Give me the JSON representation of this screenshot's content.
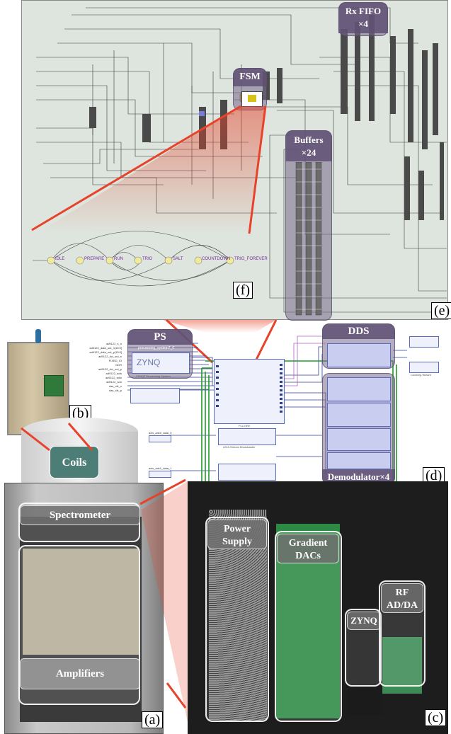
{
  "panels": {
    "e": {
      "tag": "(e)",
      "blocks": {
        "rx_fifo": "Rx FIFO\n×4",
        "fsm": "FSM",
        "buffers": "Buffers\n×24"
      }
    },
    "f": {
      "tag": "(f)",
      "states": [
        "IDLE",
        "PREPARE",
        "RUN",
        "TRIG",
        "SALT",
        "COUNTDOWN",
        "TRIG_FOREVER"
      ]
    },
    "d": {
      "tag": "(d)",
      "blocks": {
        "ps": "PS",
        "dds": "DDS",
        "demod": "Demodulator×4"
      },
      "ps_ip": "processing_system7_0",
      "zynq_logo": "ZYNQ",
      "ps_caption": "ZYNQ7 Processing System",
      "pl_caption": "PLCORE",
      "bcast_caption": "AXI4-Stream Broadcaster",
      "clk_wizard": "Clocking Wizard",
      "ext_ports": [
        "ad9122_s_n",
        "ad9122_data_out_n[15:0]",
        "ad9122_data_out_p[15:0]",
        "ad9122_dci_out_n",
        "FIXED_IO",
        "DDR",
        "ad9122_dci_out_p",
        "ad9122_sclk",
        "ad9122_sdio",
        "ad9122_sdo",
        "dac_clk_n",
        "dac_clk_p"
      ],
      "axis_ports": [
        "axis_adc0_data_0",
        "axis_adc1_data_1"
      ]
    },
    "b": {
      "tag": "(b)"
    },
    "a": {
      "tag": "(a)",
      "labels": {
        "coils": "Coils",
        "spectrometer": "Spectrometer",
        "amplifiers": "Amplifiers"
      }
    },
    "c": {
      "tag": "(c)",
      "labels": {
        "power": "Power\nSupply",
        "gradient": "Gradient\nDACs",
        "zynq": "ZYNQ",
        "rf": "RF\nAD/DA"
      }
    }
  },
  "colors": {
    "highlight": "#e8432a",
    "purple": "#7a6b8f",
    "pl_bg": "#e9eaf7",
    "schem_bg": "#dfe6df"
  }
}
